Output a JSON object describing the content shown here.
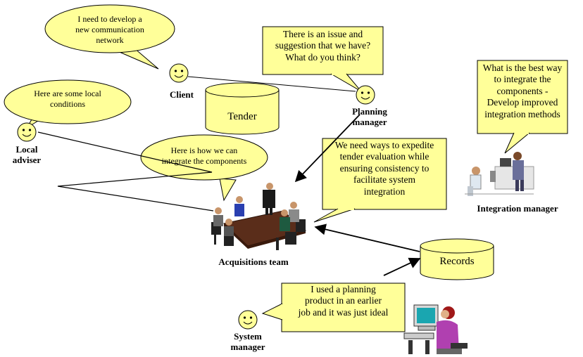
{
  "colors": {
    "fill": "#ffff99",
    "face": "#ffff99",
    "stroke": "#000000"
  },
  "actors": {
    "client": "Client",
    "planning": "Planning\nmanager",
    "local": "Local\nadviser",
    "integration": "Integration manager",
    "acquisitions": "Acquisitions team",
    "system": "System\nmanager"
  },
  "bubbles": {
    "client": "I need to develop a\nnew communication\nnetwork",
    "local": "Here are some local\nconditions",
    "acq": "Here is how we can\nintegrate the components"
  },
  "callouts": {
    "planning": "There is an issue and\nsuggestion that we have?\nWhat do you think?",
    "integration": "What is the best way\nto integrate the\ncomponents  -\nDevelop improved\nintegration methods",
    "acq": "We need ways to expedite\ntender evaluation while\nensuring consistency to\nfacilitate system\nintegration",
    "system": "I used a planning\nproduct in an earlier\njob and it was just ideal"
  },
  "stores": {
    "tender": "Tender",
    "records": "Records"
  },
  "icons": [
    "smiley-face-icon",
    "meeting-table-icon",
    "lab-workers-icon",
    "computer-user-icon"
  ]
}
